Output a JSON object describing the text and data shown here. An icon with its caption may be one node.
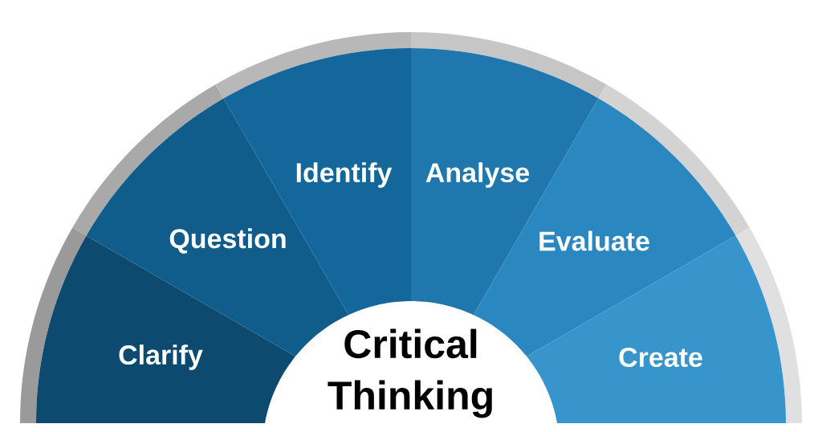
{
  "diagram": {
    "nodes": [
      {
        "text": [
          "Clarify"
        ]
      },
      {
        "text": [
          "Question"
        ]
      },
      {
        "text": [
          "Identify"
        ]
      },
      {
        "text": [
          "Analyse"
        ]
      },
      {
        "text": [
          "Evaluate"
        ]
      },
      {
        "text": [
          "Create"
        ]
      },
      {
        "text": [
          "Critical Thinking"
        ]
      }
    ]
  }
}
